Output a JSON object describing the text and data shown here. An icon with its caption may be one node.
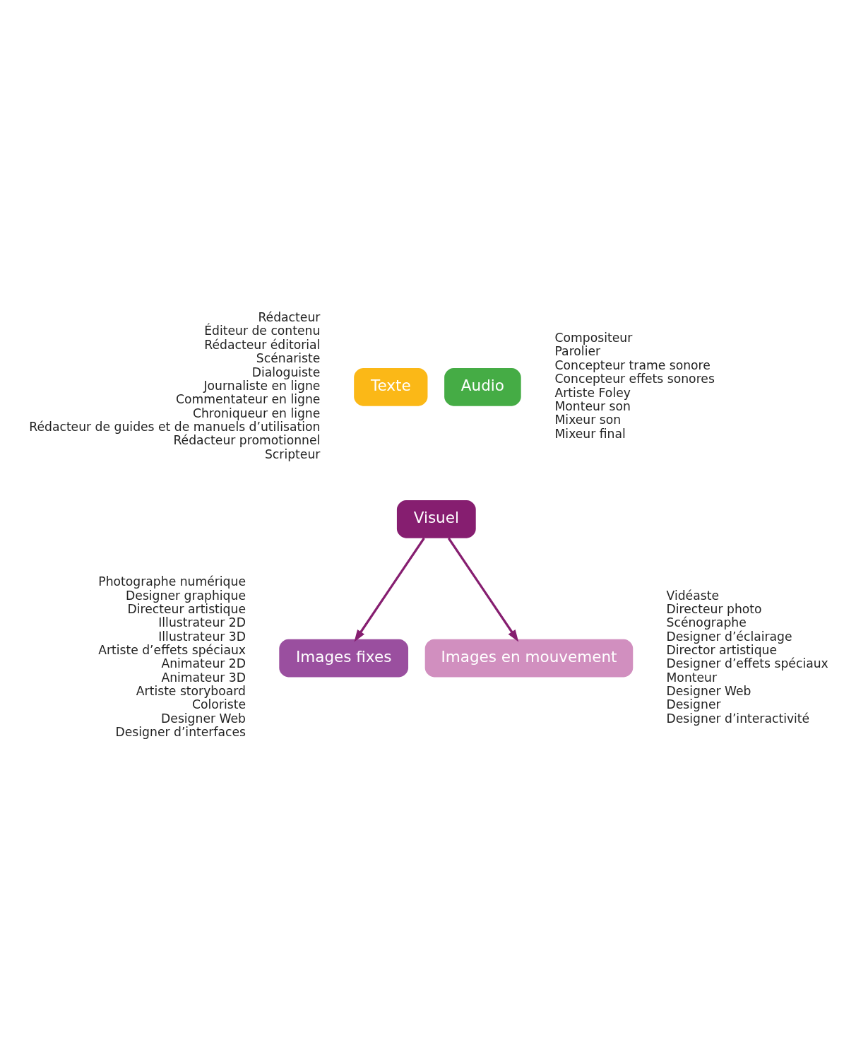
{
  "diagram": {
    "nodes": [
      {
        "text": [
          "Texte"
        ],
        "beside": [
          "Rédacteur",
          "Éditeur de contenu",
          "Rédacteur éditorial",
          "Scénariste",
          "Dialoguiste",
          "Journaliste en ligne",
          "Commentateur en ligne",
          "Chroniqueur en ligne",
          "Rédacteur de guides et de manuels d’utilisation",
          "Rédacteur promotionnel",
          "Scripteur"
        ]
      },
      {
        "text": [
          "Audio"
        ],
        "beside": [
          "Compositeur",
          "Parolier",
          "Concepteur trame sonore",
          "Concepteur effets sonores",
          "Artiste Foley",
          "Monteur son",
          "Mixeur son",
          "Mixeur final"
        ]
      },
      {
        "text": [
          "Visuel"
        ]
      },
      {
        "text": [
          "Images fixes"
        ],
        "beside": [
          "Photographe numérique",
          "Designer graphique",
          "Directeur artistique",
          "Illustrateur 2D",
          "Illustrateur 3D",
          "Artiste d’effets spéciaux",
          "Animateur 2D",
          "Animateur 3D",
          "Artiste storyboard",
          "Coloriste",
          "Designer Web",
          "Designer d’interfaces"
        ]
      },
      {
        "text": [
          "Images en mouvement"
        ],
        "beside": [
          "Vidéaste",
          "Directeur photo",
          "Scénographe",
          "Designer d’éclairage",
          "Director artistique",
          "Designer d’effets spéciaux",
          "Monteur",
          "Designer Web",
          "Designer",
          "Designer d’interactivité"
        ]
      }
    ],
    "edges": [
      {
        "from": 2,
        "to": 3,
        "arrow": "to"
      },
      {
        "from": 2,
        "to": 4,
        "arrow": "to"
      }
    ]
  }
}
